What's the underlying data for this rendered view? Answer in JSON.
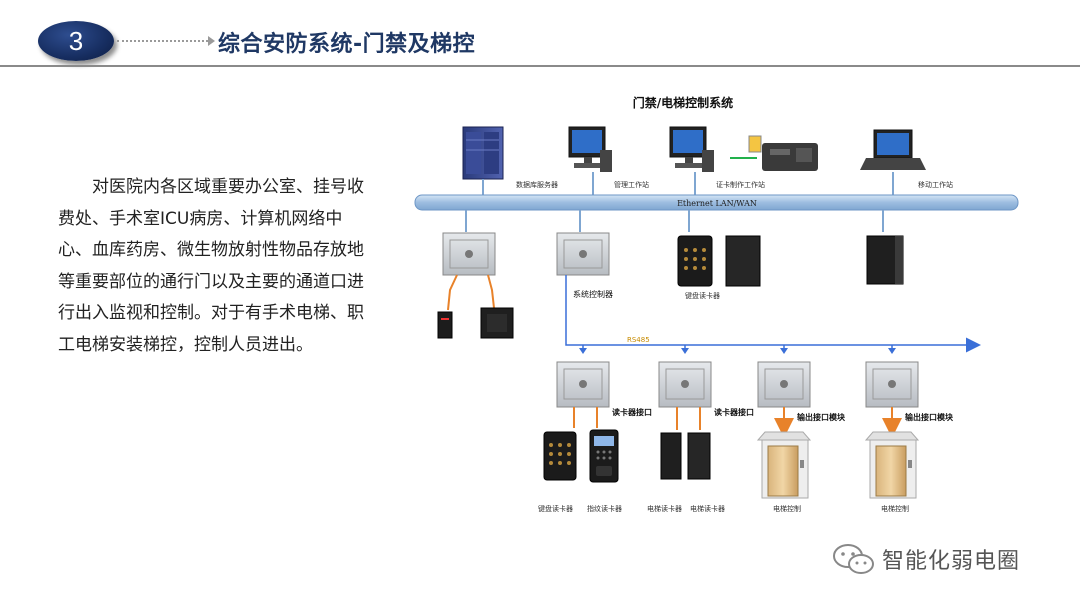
{
  "header": {
    "section_number": "3",
    "title": "综合安防系统-门禁及梯控"
  },
  "body": {
    "paragraph": "对医院内各区域重要办公室、挂号收费处、手术室ICU病房、计算机网络中心、血库药房、微生物放射性物品存放地等重要部位的通行门以及主要的通道口进行出入监视和控制。对于有手术电梯、职工电梯安装梯控，控制人员进出。"
  },
  "diagram": {
    "title": "门禁/电梯控制系统",
    "network_label": "Ethernet LAN/WAN",
    "top_labels": {
      "db_server": "数据库服务器",
      "mgmt_station": "管理工作站",
      "card_station": "证卡制作工作站",
      "mobile_station": "移动工作站"
    },
    "system_controller": "系统控制器",
    "keypad_reader_top": "键盘读卡器",
    "rs485": "RS485",
    "reader_interface_1": "读卡器接口",
    "reader_interface_2": "读卡器接口",
    "output_interface_1": "输出接口模块",
    "output_interface_2": "输出接口模块",
    "bottom_labels": {
      "keypad_reader": "键盘读卡器",
      "fingerprint_reader": "指纹读卡器",
      "elevator_reader_1": "电梯读卡器",
      "elevator_reader_2": "电梯读卡器",
      "elevator_control_1": "电梯控制",
      "elevator_control_2": "电梯控制"
    },
    "colors": {
      "bus": "#a9c5e4",
      "rs485": "#3a6fd8",
      "orange": "#e8822a",
      "green": "#22b14c"
    }
  },
  "watermark": {
    "text": "智能化弱电圈",
    "icon": "wechat-icon"
  }
}
